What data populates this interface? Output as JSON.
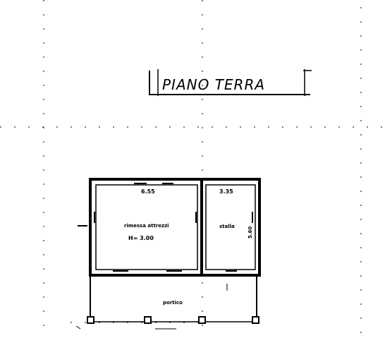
{
  "drawing": {
    "title": "PIANO TERRA",
    "rooms": [
      {
        "name": "rimessa attrezzi",
        "height_label": "H= 3.00",
        "width_dim": "6.55"
      },
      {
        "name": "stalla",
        "width_dim": "3.35",
        "depth_dim": "5.60"
      },
      {
        "name": "portico"
      }
    ]
  }
}
